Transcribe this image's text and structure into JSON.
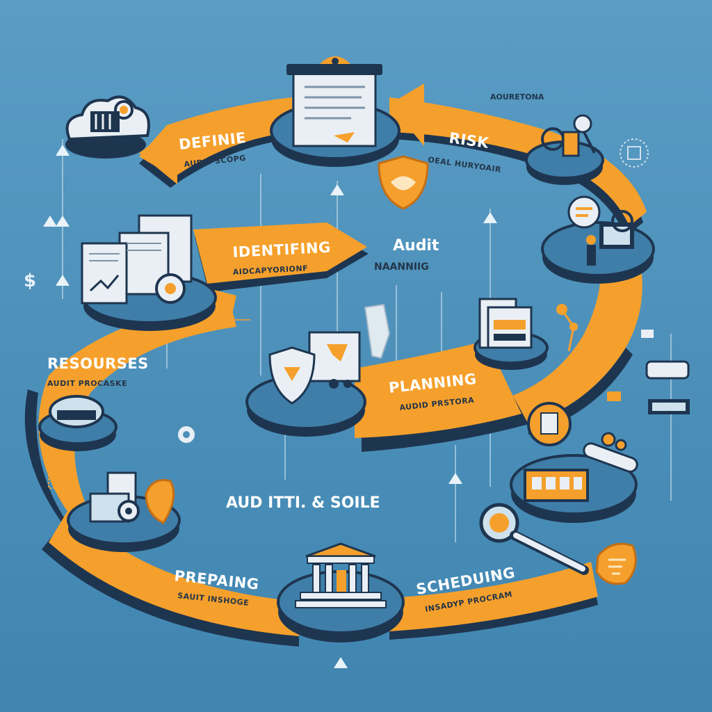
{
  "steps": [
    {
      "title": "DEFINIE",
      "subtitle": "AUDIT SCOPG"
    },
    {
      "title": "RISK",
      "subtitle": "OEAL HURYOAIR"
    },
    {
      "title": "IDENTIFING",
      "subtitle": "AIDCAPYORIONF"
    },
    {
      "title": "PLANNING",
      "subtitle": "AUDID PRSTORA"
    },
    {
      "title": "RESOURSES",
      "subtitle": "AUDIT PROCASKE"
    },
    {
      "title": "PREPAING",
      "subtitle": "SAUIT INSHOGE"
    },
    {
      "title": "SCHEDUING",
      "subtitle": "INSADYP PROCRAM"
    }
  ],
  "center": {
    "title": "Audit",
    "subtitle": "NAANNIIG"
  },
  "bottom_caption": "AUD ITTI. & SOILE",
  "top_right_caption": "AOURETONA",
  "dollar_glyph": "$",
  "colors": {
    "background": "#4a8fb8",
    "accent": "#f5a02c",
    "dark": "#1e3550",
    "light": "#e9eff4"
  }
}
